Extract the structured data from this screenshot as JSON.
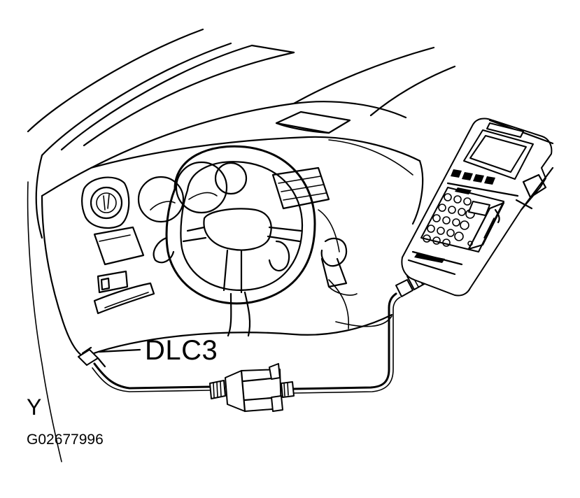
{
  "labels": {
    "connector": "DLC3",
    "view_code": "Y",
    "figure_id": "G02677996"
  },
  "icons": [
    "dashboard-illustration",
    "steering-wheel",
    "diagnostic-tester",
    "dlc3-connector",
    "cable-adapter"
  ],
  "colors": {
    "ink": "#000000",
    "background": "#ffffff"
  }
}
